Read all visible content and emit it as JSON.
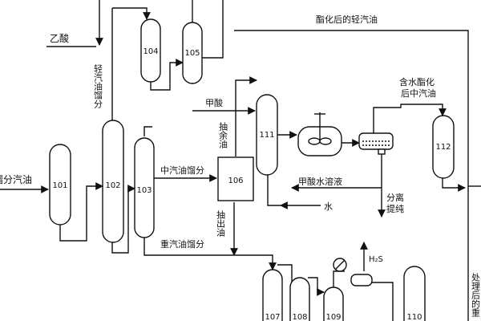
{
  "units": {
    "u101": "101",
    "u102": "102",
    "u103": "103",
    "u104": "104",
    "u105": "105",
    "u106": "106",
    "u107": "107",
    "u108": "108",
    "u109": "109",
    "u110": "110",
    "u111": "111",
    "u112": "112"
  },
  "labels": {
    "feed_partial": "馏分汽油",
    "acetic_acid": "乙酸",
    "light_gasoline": "轻汽油馏分",
    "esterified_light": "酯化后的轻汽油",
    "formic_acid": "甲酸",
    "raffinate": "抽余油",
    "mid_gasoline": "中汽油馏分",
    "formic_aqueous": "甲酸水溶液",
    "water": "水",
    "wet_esterified_mid": "含水酯化后中汽油",
    "separation": "分离提纯",
    "extract": "抽出油",
    "heavy_gasoline": "重汽油馏分",
    "h2s": "H₂S",
    "right_edge_partial": "处理后的重"
  }
}
